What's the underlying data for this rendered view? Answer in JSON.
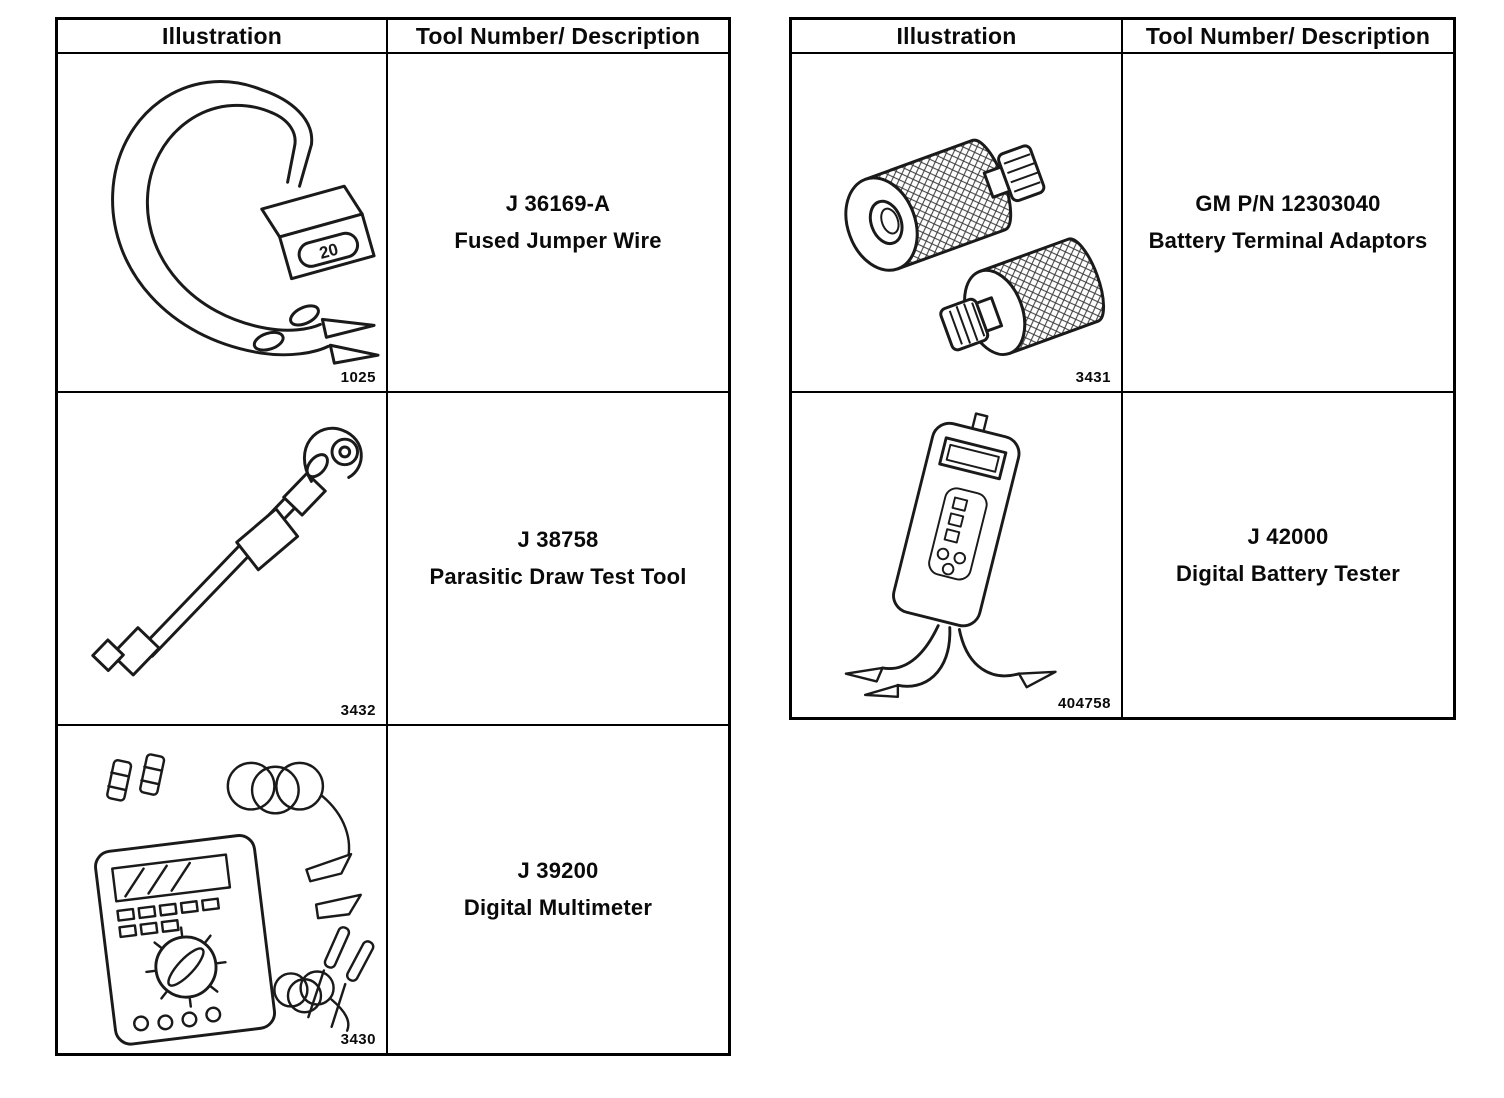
{
  "document": {
    "background_color": "#ffffff",
    "ink_color": "#1a1a1a"
  },
  "tables": [
    {
      "name": "left-tool-table",
      "headers": [
        "Illustration",
        "Tool Number/ Description"
      ],
      "rows": [
        {
          "icon": "fused-jumper-wire-icon",
          "figure_number": "1025",
          "tool_number": "J 36169-A",
          "description": "Fused Jumper Wire",
          "fuse_label": "20"
        },
        {
          "icon": "parasitic-draw-test-tool-icon",
          "figure_number": "3432",
          "tool_number": "J 38758",
          "description": "Parasitic Draw Test Tool"
        },
        {
          "icon": "digital-multimeter-icon",
          "figure_number": "3430",
          "tool_number": "J 39200",
          "description": "Digital Multimeter"
        }
      ]
    },
    {
      "name": "right-tool-table",
      "headers": [
        "Illustration",
        "Tool Number/ Description"
      ],
      "rows": [
        {
          "icon": "battery-terminal-adaptors-icon",
          "figure_number": "3431",
          "tool_number": "GM P/N 12303040",
          "description": "Battery Terminal Adaptors"
        },
        {
          "icon": "digital-battery-tester-icon",
          "figure_number": "404758",
          "tool_number": "J 42000",
          "description": "Digital Battery Tester"
        }
      ]
    }
  ]
}
